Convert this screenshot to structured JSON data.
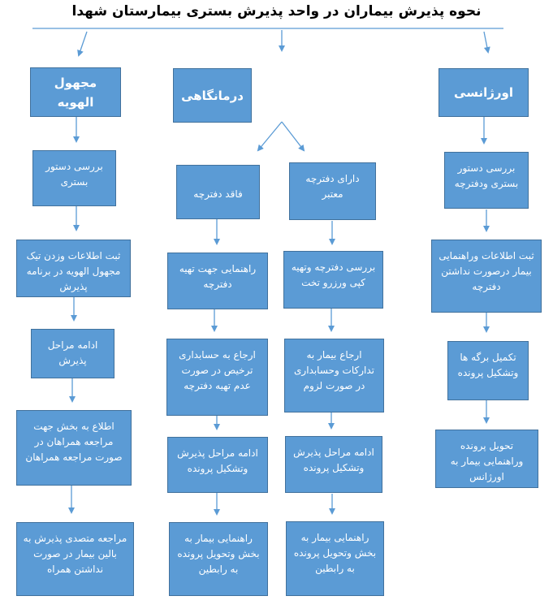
{
  "title": "نحوه پذیرش بیماران در واحد پذیرش بستری بیمارستان شهدا",
  "colors": {
    "box_fill": "#5b9bd5",
    "box_border": "#41719c",
    "arrow": "#5b9bd5",
    "text": "#ffffff"
  },
  "columns": {
    "unknown": {
      "head": "مجهول الهویه",
      "steps": [
        "بررسی دستور بستری",
        "ثبت اطلاعات وزدن تیک مجهول الهویه در برنامه پذیرش",
        "ادامه مراحل پذیرش",
        "اطلاع به بخش جهت مراجعه همراهان در صورت مراجعه همراهان",
        "مراجعه متصدی پذیرش به بالین بیمار در صورت نداشتن همراه"
      ]
    },
    "clinic": {
      "head": "درمانگاهی",
      "without_booklet": {
        "head": "فاقد دفترچه",
        "steps": [
          "راهنمایی جهت تهیه دفترچه",
          "ارجاع به حسابداری ترخیص در صورت عدم تهیه دفترچه",
          "ادامه مراحل پذیرش وتشکیل پرونده",
          "راهنمایی بیمار به بخش وتحویل پرونده به رابطین"
        ]
      },
      "with_booklet": {
        "head": "دارای دفترچه معتبر",
        "steps": [
          "بررسی دفترچه وتهیه کپی ورزرو تخت",
          "ارجاع بیمار به تدارکات وحسابداری در صورت لزوم",
          "ادامه مراحل پذیرش وتشکیل پرونده",
          "راهنمایی بیمار به بخش وتحویل پرونده به رابطین"
        ]
      }
    },
    "emergency": {
      "head": "اورژانسی",
      "steps": [
        "بررسی دستور بستری ودفترچه",
        "ثبت اطلاعات وراهنمایی بیمار درصورت نداشتن دفترچه",
        "تکمیل برگه ها وتشکیل پرونده",
        "تحویل پرونده وراهنمایی بیمار به اورژانس"
      ]
    }
  }
}
